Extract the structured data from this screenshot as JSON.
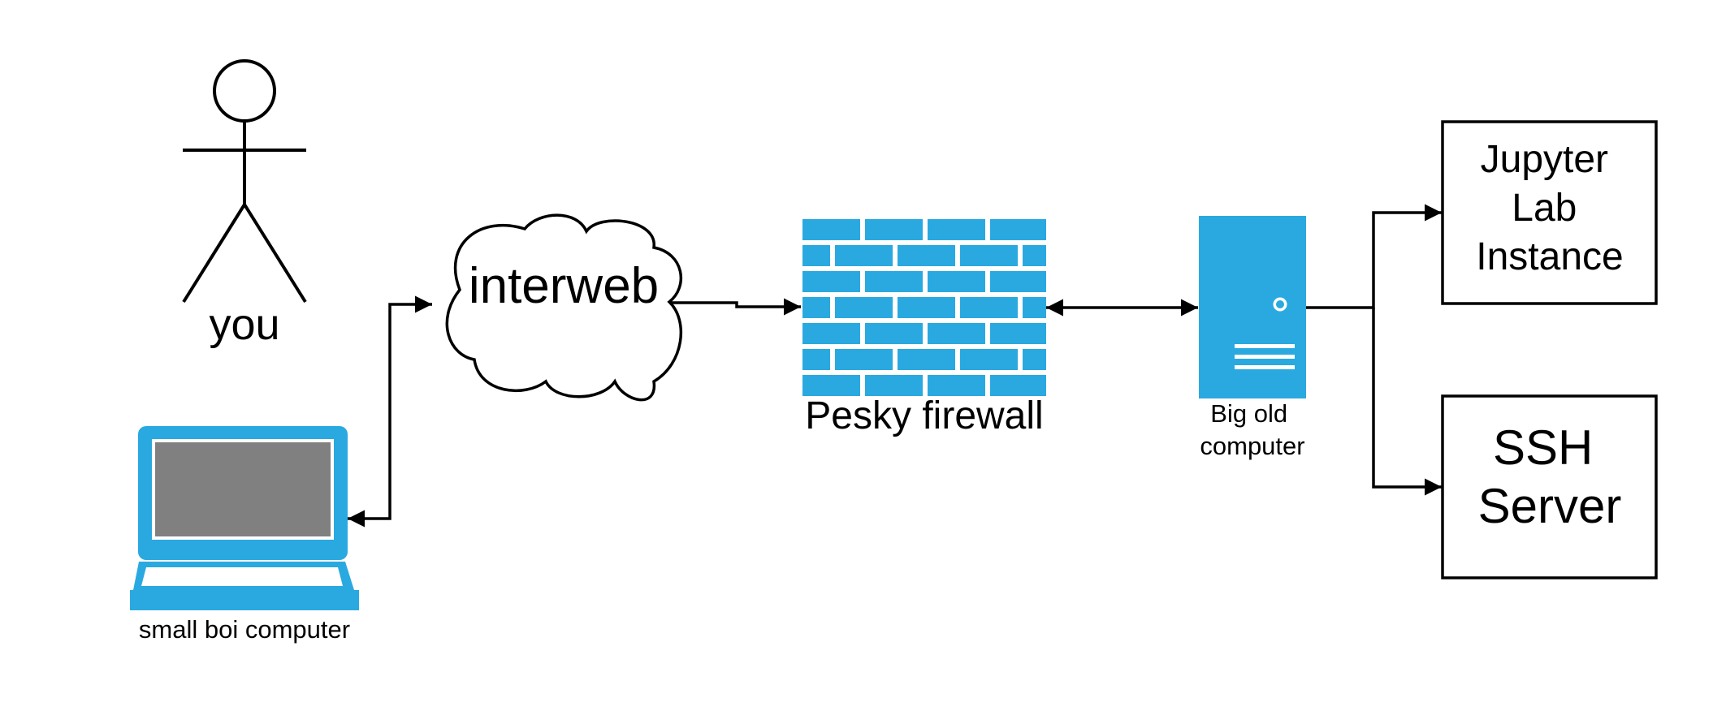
{
  "nodes": {
    "person": {
      "label": "you"
    },
    "laptop": {
      "label": "small boi computer"
    },
    "cloud": {
      "label": "interweb"
    },
    "firewall": {
      "label": "Pesky firewall"
    },
    "server": {
      "label_lines": [
        "Big old",
        "computer"
      ]
    },
    "jupyter_box": {
      "label_lines": [
        "Jupyter",
        "Lab",
        "Instance"
      ]
    },
    "ssh_box": {
      "label_lines": [
        "SSH",
        "Server"
      ]
    }
  },
  "colors": {
    "icon_blue": "#2aa9e0",
    "screen_gray": "#808080",
    "line": "#000000"
  },
  "icons": {
    "person": "stick-figure-icon",
    "laptop": "laptop-icon",
    "cloud": "cloud-icon",
    "firewall": "brick-wall-icon",
    "server": "server-tower-icon"
  }
}
